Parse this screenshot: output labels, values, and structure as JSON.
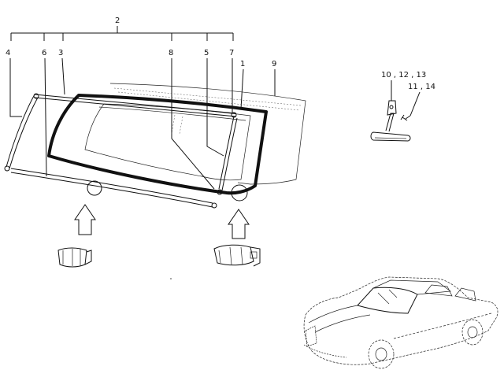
{
  "callouts": {
    "c1": "1",
    "c2": "2",
    "c3": "3",
    "c4": "4",
    "c5": "5",
    "c6": "6",
    "c7": "7",
    "c8": "8",
    "c9": "9",
    "c10": "10 , 12 , 13",
    "c11": "11 , 14"
  }
}
